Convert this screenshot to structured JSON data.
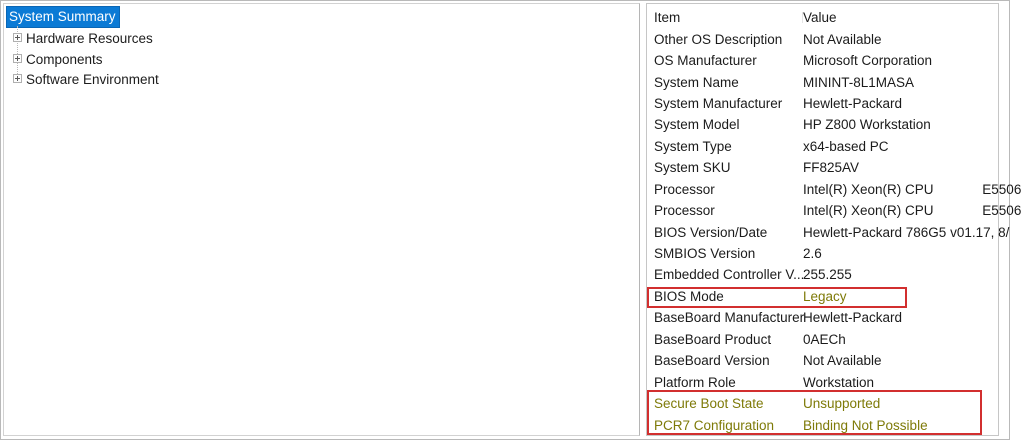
{
  "tree": {
    "selected_label": "System Summary",
    "items": [
      {
        "label": "Hardware Resources"
      },
      {
        "label": "Components"
      },
      {
        "label": "Software Environment"
      }
    ]
  },
  "details": {
    "columns": [
      "Item",
      "Value"
    ],
    "rows": [
      {
        "item": "Other OS Description",
        "value": "Not Available"
      },
      {
        "item": "OS Manufacturer",
        "value": "Microsoft Corporation"
      },
      {
        "item": "System Name",
        "value": "MININT-8L1MASA"
      },
      {
        "item": "System Manufacturer",
        "value": "Hewlett-Packard"
      },
      {
        "item": "System Model",
        "value": "HP Z800 Workstation"
      },
      {
        "item": "System Type",
        "value": "x64-based PC"
      },
      {
        "item": "System SKU",
        "value": "FF825AV"
      },
      {
        "item": "Processor",
        "value": "Intel(R) Xeon(R) CPU             E5506"
      },
      {
        "item": "Processor",
        "value": "Intel(R) Xeon(R) CPU             E5506"
      },
      {
        "item": "BIOS Version/Date",
        "value": "Hewlett-Packard 786G5 v01.17, 8/"
      },
      {
        "item": "SMBIOS Version",
        "value": "2.6"
      },
      {
        "item": "Embedded Controller V...",
        "value": "255.255"
      },
      {
        "item": "BIOS Mode",
        "value": "Legacy",
        "flagged": true
      },
      {
        "item": "BaseBoard Manufacturer",
        "value": "Hewlett-Packard"
      },
      {
        "item": "BaseBoard Product",
        "value": "0AECh"
      },
      {
        "item": "BaseBoard Version",
        "value": "Not Available"
      },
      {
        "item": "Platform Role",
        "value": "Workstation"
      },
      {
        "item": "Secure Boot State",
        "value": "Unsupported",
        "flagged": true
      },
      {
        "item": "PCR7 Configuration",
        "value": "Binding Not Possible",
        "flagged": true
      }
    ]
  },
  "colors": {
    "selection_blue": "#0b7ad5",
    "annotation_red": "#d22f2f",
    "flagged_text_olive": "#7e7a08"
  }
}
